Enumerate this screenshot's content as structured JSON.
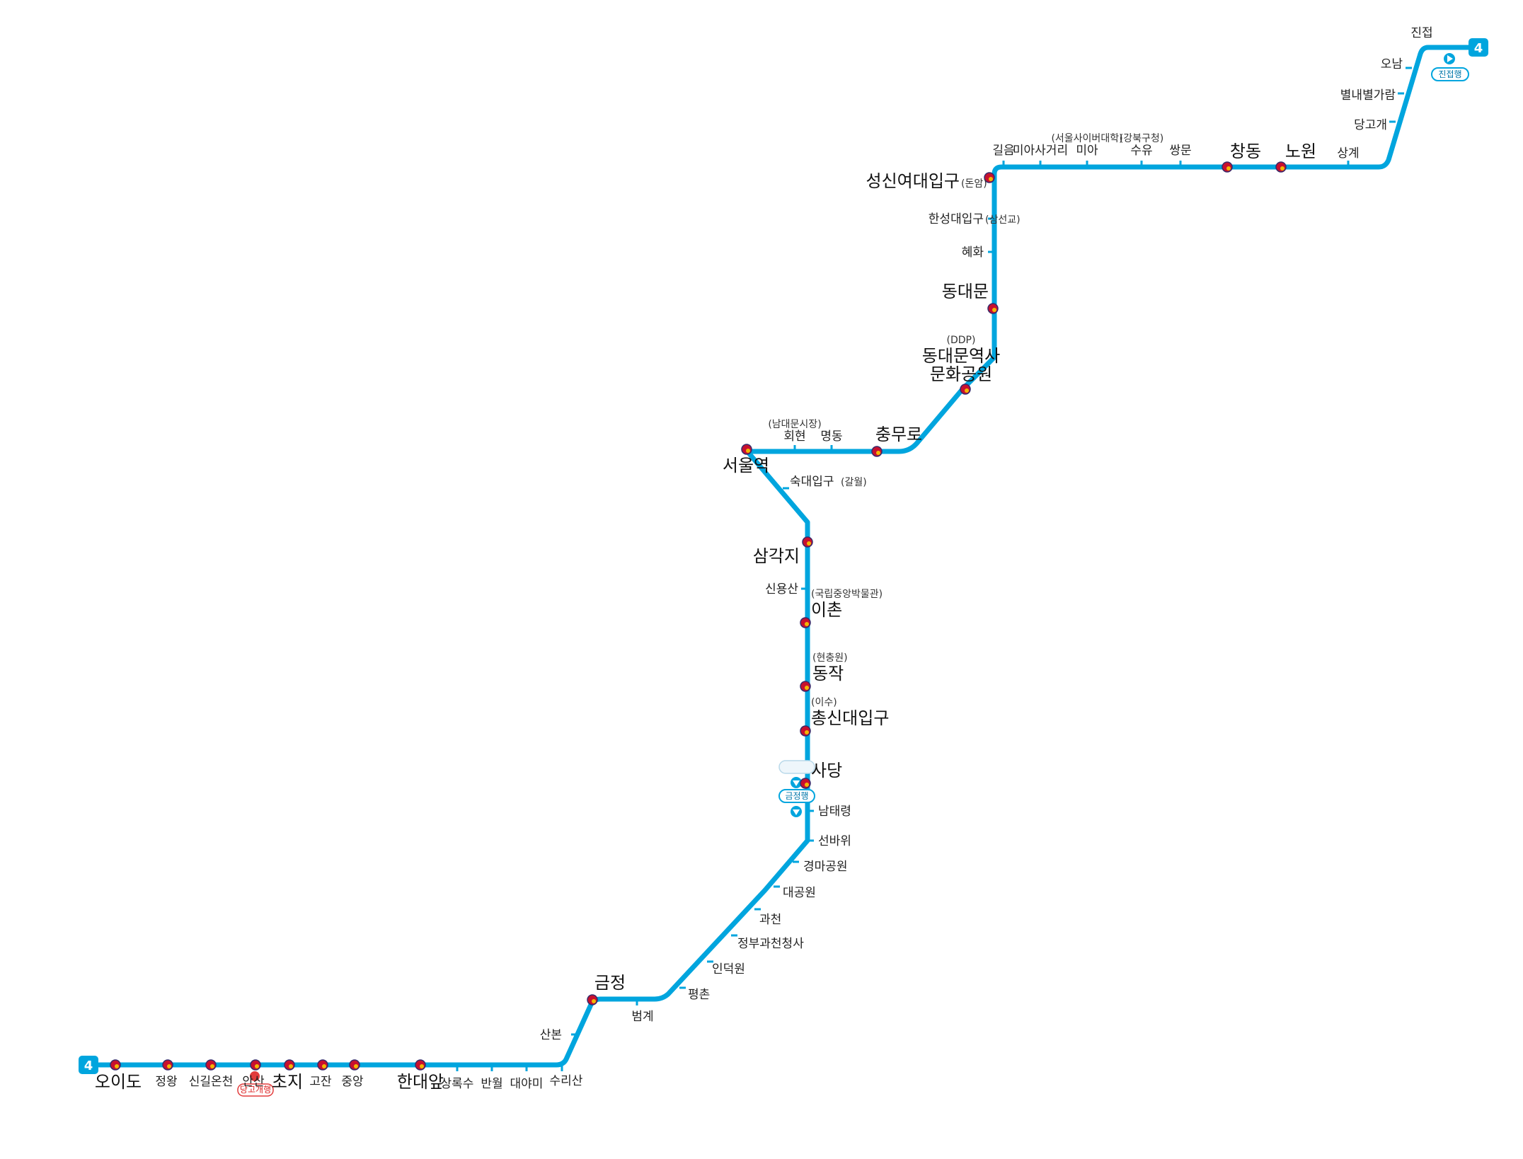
{
  "line": {
    "number": "4",
    "color": "#00a5de",
    "transfer_outer": "#c8102e",
    "transfer_inner": "#f2b705"
  },
  "terminal_notes": {
    "jinjeop_bound": "진접행",
    "geumjeong_bound": "금정행",
    "danggogae_bound": "당고개행"
  },
  "stations": [
    {
      "id": "jinjeop",
      "name": "진접",
      "sub": "",
      "major": false,
      "transfer": false
    },
    {
      "id": "onam",
      "name": "오남",
      "sub": "",
      "major": false,
      "transfer": false
    },
    {
      "id": "byeollae",
      "name": "별내별가람",
      "sub": "",
      "major": false,
      "transfer": false
    },
    {
      "id": "danggogae",
      "name": "당고개",
      "sub": "",
      "major": false,
      "transfer": false
    },
    {
      "id": "sanggye",
      "name": "상계",
      "sub": "",
      "major": false,
      "transfer": false
    },
    {
      "id": "nowon",
      "name": "노원",
      "sub": "",
      "major": true,
      "transfer": true
    },
    {
      "id": "changdong",
      "name": "창동",
      "sub": "",
      "major": true,
      "transfer": true
    },
    {
      "id": "ssangmun",
      "name": "쌍문",
      "sub": "",
      "major": false,
      "transfer": false
    },
    {
      "id": "suyu",
      "name": "수유",
      "sub": "(강북구청)",
      "major": false,
      "transfer": false
    },
    {
      "id": "mia",
      "name": "미아",
      "sub": "(서울사이버대학)",
      "major": false,
      "transfer": false
    },
    {
      "id": "miasageori",
      "name": "미아사거리",
      "sub": "",
      "major": false,
      "transfer": false
    },
    {
      "id": "gireum",
      "name": "길음",
      "sub": "",
      "major": false,
      "transfer": false
    },
    {
      "id": "sungshin",
      "name": "성신여대입구",
      "sub": "(돈암)",
      "major": true,
      "transfer": true
    },
    {
      "id": "hansung",
      "name": "한성대입구",
      "sub": "(삼선교)",
      "major": false,
      "transfer": false
    },
    {
      "id": "hyehwa",
      "name": "혜화",
      "sub": "",
      "major": false,
      "transfer": false
    },
    {
      "id": "dongdaemun",
      "name": "동대문",
      "sub": "",
      "major": true,
      "transfer": true
    },
    {
      "id": "ddp",
      "name": "동대문역사",
      "name2": "문화공원",
      "sub": "(DDP)",
      "major": true,
      "transfer": true
    },
    {
      "id": "chungmuro",
      "name": "충무로",
      "sub": "",
      "major": true,
      "transfer": true
    },
    {
      "id": "myeongdong",
      "name": "명동",
      "sub": "",
      "major": false,
      "transfer": false
    },
    {
      "id": "hoehyeon",
      "name": "회현",
      "sub": "(남대문시장)",
      "major": false,
      "transfer": false
    },
    {
      "id": "seoulstation",
      "name": "서울역",
      "sub": "",
      "major": true,
      "transfer": true
    },
    {
      "id": "sookmyung",
      "name": "숙대입구",
      "sub": "(갈월)",
      "major": false,
      "transfer": false
    },
    {
      "id": "samgakji",
      "name": "삼각지",
      "sub": "",
      "major": true,
      "transfer": true
    },
    {
      "id": "sinyongsan",
      "name": "신용산",
      "sub": "",
      "major": false,
      "transfer": false
    },
    {
      "id": "ichon",
      "name": "이촌",
      "sub": "(국립중앙박물관)",
      "major": true,
      "transfer": true
    },
    {
      "id": "dongjak",
      "name": "동작",
      "sub": "(현충원)",
      "major": true,
      "transfer": true
    },
    {
      "id": "chongshin",
      "name": "총신대입구",
      "sub": "(이수)",
      "major": true,
      "transfer": true
    },
    {
      "id": "sadang",
      "name": "사당",
      "sub": "",
      "major": true,
      "transfer": true
    },
    {
      "id": "namtaeryeong",
      "name": "남태령",
      "sub": "",
      "major": false,
      "transfer": false
    },
    {
      "id": "seonbawi",
      "name": "선바위",
      "sub": "",
      "major": false,
      "transfer": false
    },
    {
      "id": "racecourse",
      "name": "경마공원",
      "sub": "",
      "major": false,
      "transfer": false
    },
    {
      "id": "grandpark",
      "name": "대공원",
      "sub": "",
      "major": false,
      "transfer": false
    },
    {
      "id": "gwacheon",
      "name": "과천",
      "sub": "",
      "major": false,
      "transfer": false
    },
    {
      "id": "govcomplex",
      "name": "정부과천청사",
      "sub": "",
      "major": false,
      "transfer": false
    },
    {
      "id": "indeogwon",
      "name": "인덕원",
      "sub": "",
      "major": false,
      "transfer": false
    },
    {
      "id": "pyeongchon",
      "name": "평촌",
      "sub": "",
      "major": false,
      "transfer": false
    },
    {
      "id": "beomgye",
      "name": "범계",
      "sub": "",
      "major": false,
      "transfer": false
    },
    {
      "id": "geumjeong",
      "name": "금정",
      "sub": "",
      "major": true,
      "transfer": true
    },
    {
      "id": "sanbon",
      "name": "산본",
      "sub": "",
      "major": false,
      "transfer": false
    },
    {
      "id": "surisan",
      "name": "수리산",
      "sub": "",
      "major": false,
      "transfer": false
    },
    {
      "id": "daeyami",
      "name": "대야미",
      "sub": "",
      "major": false,
      "transfer": false
    },
    {
      "id": "banwol",
      "name": "반월",
      "sub": "",
      "major": false,
      "transfer": false
    },
    {
      "id": "sangroksu",
      "name": "상록수",
      "sub": "",
      "major": false,
      "transfer": false
    },
    {
      "id": "handaeap",
      "name": "한대앞",
      "sub": "",
      "major": true,
      "transfer": true
    },
    {
      "id": "jungang",
      "name": "중앙",
      "sub": "",
      "major": false,
      "transfer": true
    },
    {
      "id": "gojan",
      "name": "고잔",
      "sub": "",
      "major": false,
      "transfer": true
    },
    {
      "id": "choji",
      "name": "초지",
      "sub": "",
      "major": true,
      "transfer": true
    },
    {
      "id": "ansan",
      "name": "안산",
      "sub": "",
      "major": false,
      "transfer": true
    },
    {
      "id": "singil",
      "name": "신길온천",
      "sub": "",
      "major": false,
      "transfer": true
    },
    {
      "id": "jeongwang",
      "name": "정왕",
      "sub": "",
      "major": false,
      "transfer": true
    },
    {
      "id": "oido",
      "name": "오이도",
      "sub": "",
      "major": true,
      "transfer": true
    }
  ]
}
